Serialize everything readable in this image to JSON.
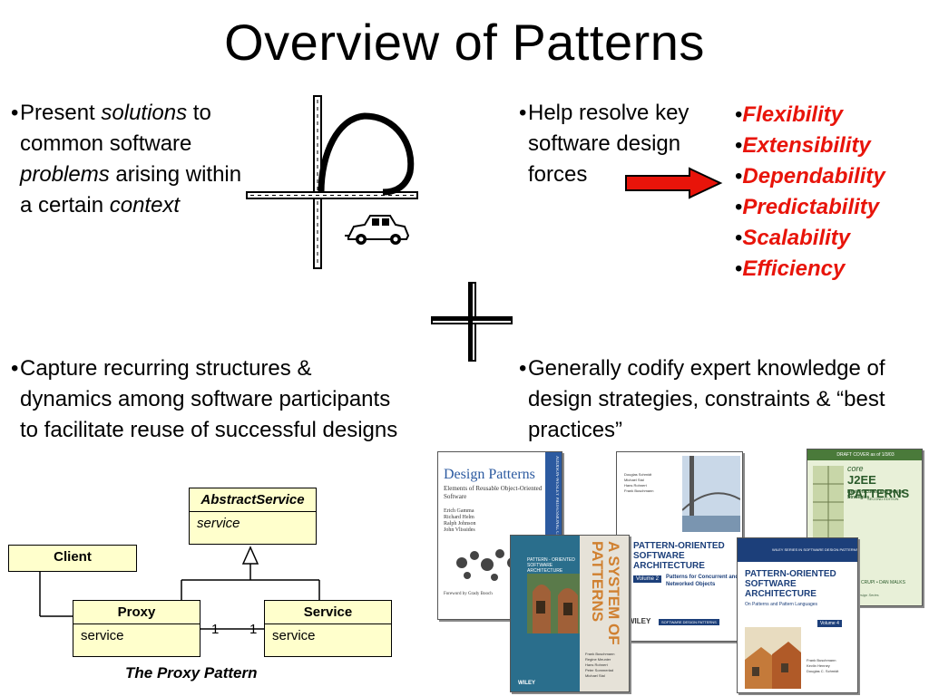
{
  "slide": {
    "title": "Overview of Patterns"
  },
  "bullets": {
    "solutions": {
      "segments": [
        {
          "text": "Present ",
          "italic": false
        },
        {
          "text": "solutions",
          "italic": true
        },
        {
          "text": " to common software ",
          "italic": false
        },
        {
          "text": "problems",
          "italic": true
        },
        {
          "text": " arising within a certain ",
          "italic": false
        },
        {
          "text": "context",
          "italic": true
        }
      ]
    },
    "forces": {
      "text": "Help resolve key software design forces"
    },
    "capture": {
      "text": "Capture recurring structures & dynamics among software participants to facilitate reuse of successful designs"
    },
    "codify": {
      "text": "Generally codify expert knowledge of design strategies, constraints & “best practices”"
    }
  },
  "forces_list": [
    "Flexibility",
    "Extensibility",
    "Dependability",
    "Predictability",
    "Scalability",
    "Efficiency"
  ],
  "colors": {
    "forces_text": "#e8140a",
    "arrow": "#e8140a",
    "uml_fill": "#ffffcc"
  },
  "uml": {
    "abstract": {
      "name": "AbstractService",
      "op": "service"
    },
    "client": {
      "name": "Client"
    },
    "proxy": {
      "name": "Proxy",
      "op": "service"
    },
    "service": {
      "name": "Service",
      "op": "service"
    },
    "mult_left": "1",
    "mult_right": "1",
    "caption": "The Proxy Pattern"
  },
  "books": {
    "gof": {
      "title": "Design Patterns",
      "subtitle": "Elements of Reusable Object-Oriented Software",
      "authors": [
        "Erich Gamma",
        "Richard Helm",
        "Ralph Johnson",
        "John Vlissides"
      ],
      "foreword": "Foreword by Grady Booch",
      "spine": "ADDISON-WESLEY PROFESSIONAL COMPUTING SERIES"
    },
    "posa1": {
      "header": "PATTERN - ORIENTED SOFTWARE ARCHITECTURE",
      "spine": "A SYSTEM OF PATTERNS",
      "authors": [
        "Frank Buschmann",
        "Regine Meunier",
        "Hans Rohnert",
        "Peter Sommerlad",
        "Michael Stal"
      ],
      "publisher": "WILEY"
    },
    "posa2": {
      "authors": [
        "Douglas Schmidt",
        "Michael Stal",
        "Hans Rohnert",
        "Frank Buschmann"
      ],
      "title_line1": "PATTERN-ORIENTED",
      "title_line2": "SOFTWARE",
      "title_line3": "ARCHITECTURE",
      "volume": "Volume 2",
      "subtitle": "Patterns for Concurrent and Networked Objects",
      "publisher": "WILEY",
      "series": "SOFTWARE DESIGN PATTERNS"
    },
    "j2ee": {
      "draft": "DRAFT COVER as of 1/3/03",
      "core": "core",
      "title": "J2EE PATTERNS",
      "subtitle": "Best Practices and Design Strategies",
      "edition": "SECOND EDITION",
      "authors": "JOHN CRUPI • DAN MALKS",
      "series": "Core Design Series"
    },
    "posa4": {
      "series": "WILEY SERIES IN SOFTWARE DESIGN PATTERNS",
      "title_line1": "PATTERN-ORIENTED",
      "title_line2": "SOFTWARE",
      "title_line3": "ARCHITECTURE",
      "subtitle": "On Patterns and Pattern Languages",
      "volume": "Volume 4",
      "authors": [
        "Frank Buschmann",
        "Kevlin Henney",
        "Douglas C. Schmidt"
      ]
    }
  }
}
